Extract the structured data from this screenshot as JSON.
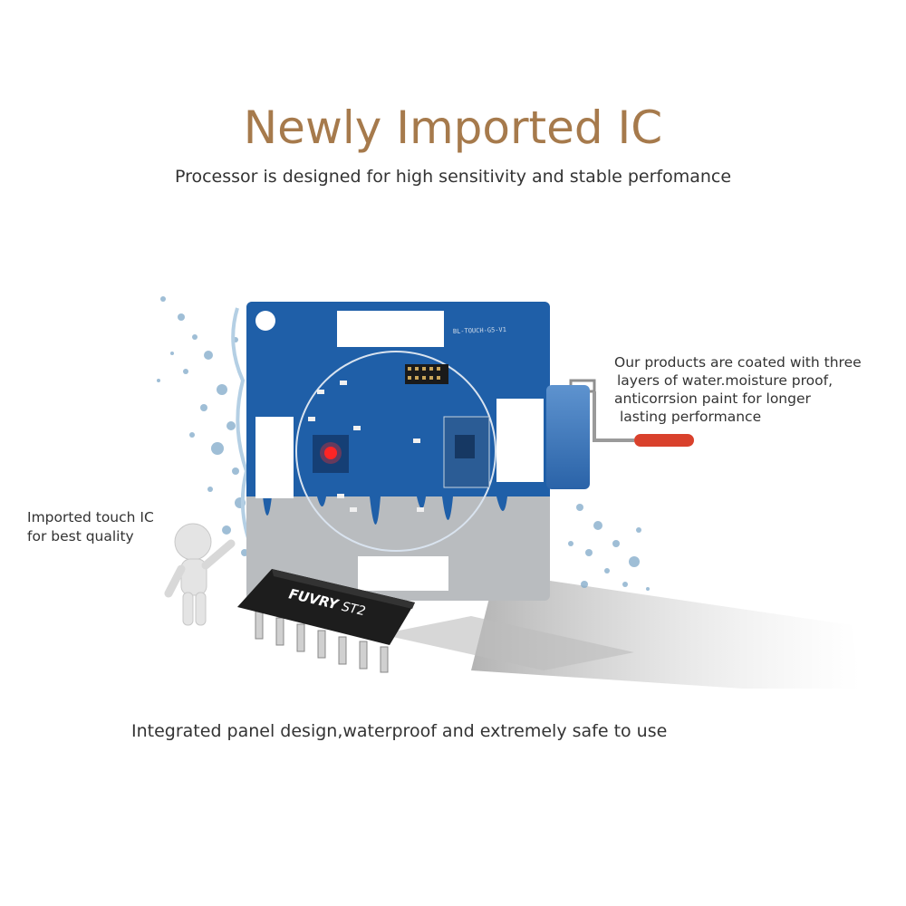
{
  "heading": {
    "title": "Newly Imported IC",
    "subtitle": "Processor  is designed for high sensitivity and stable perfomance"
  },
  "callouts": {
    "coating_lines": [
      "Our products are coated with three",
      " layers of water.moisture proof,",
      "anticorrsion paint for longer",
      " lasting performance"
    ],
    "touch_ic_lines": [
      "Imported touch IC",
      "for best quality"
    ]
  },
  "footer": {
    "text": "Integrated panel design,waterproof and extremely safe to use"
  },
  "board": {
    "silkscreen": "BL-TOUCH-G5-V1",
    "color": "#1f5fa8"
  },
  "chip": {
    "brand": "FUVRY",
    "model": "ST2"
  },
  "colors": {
    "title": "#a67a4c",
    "body_text": "#333333",
    "roller_handle": "#d9412c"
  }
}
